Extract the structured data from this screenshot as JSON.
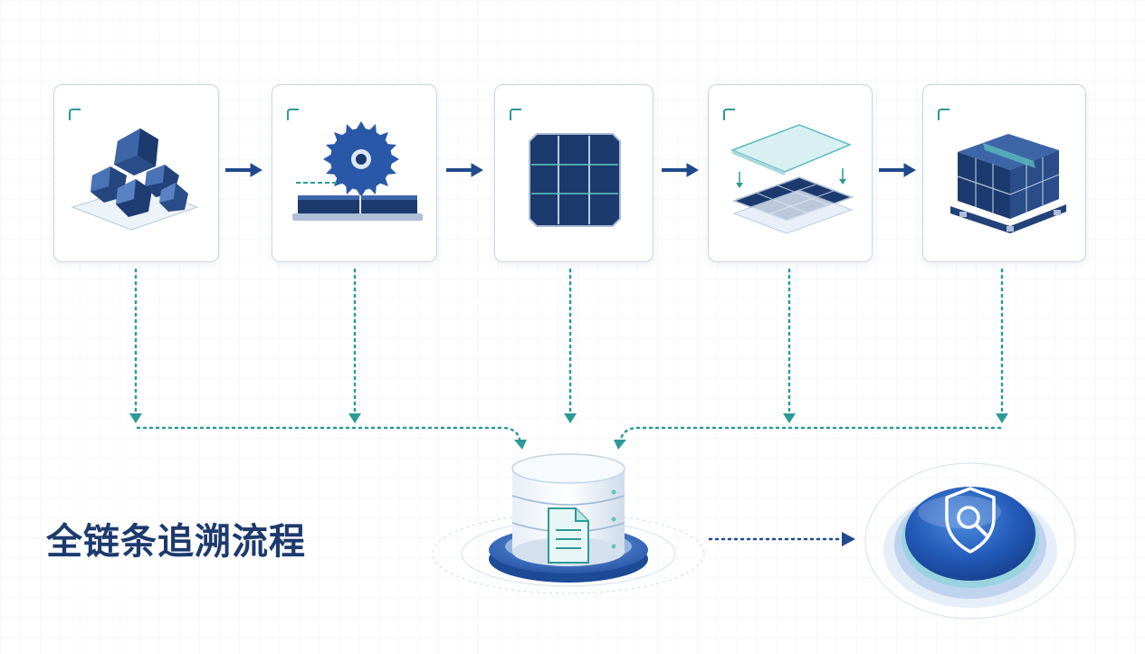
{
  "title": "全链条追溯流程",
  "stages": [
    {
      "name": "polysilicon-chunks",
      "icon": "polysilicon-icon"
    },
    {
      "name": "wafer-slicing",
      "icon": "saw-blade-icon"
    },
    {
      "name": "solar-cell",
      "icon": "solar-cell-icon"
    },
    {
      "name": "module-lamination",
      "icon": "lamination-layers-icon"
    },
    {
      "name": "packaged-shipment",
      "icon": "pallet-box-icon"
    }
  ],
  "database": {
    "icon": "database-document-icon"
  },
  "verify": {
    "icon": "shield-search-icon"
  },
  "colors": {
    "navy": "#1d3a6e",
    "blue": "#2a58a8",
    "teal": "#2b9a96",
    "card_border": "#c9d6e6",
    "arrow": "#1f4a8c"
  }
}
